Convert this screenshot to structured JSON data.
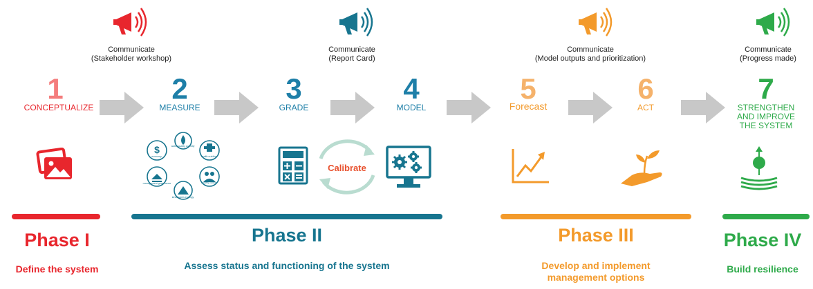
{
  "colors": {
    "red": "#e8262d",
    "red_light": "#f47c7c",
    "blue": "#1e7fa8",
    "blue_dark": "#17758f",
    "orange": "#f39a2b",
    "orange_light": "#f5b26b",
    "green": "#2eaa4a",
    "arrow_gray": "#c8c8c8"
  },
  "communicate": [
    {
      "title": "Communicate",
      "subtitle": "(Stakeholder workshop)",
      "icon": "megaphone-icon",
      "color": "#e8262d"
    },
    {
      "title": "Communicate",
      "subtitle": "(Report Card)",
      "icon": "megaphone-icon",
      "color": "#17758f"
    },
    {
      "title": "Communicate",
      "subtitle": "(Model outputs and prioritization)",
      "icon": "megaphone-icon",
      "color": "#f39a2b"
    },
    {
      "title": "Communicate",
      "subtitle": "(Progress made)",
      "icon": "megaphone-icon",
      "color": "#2eaa4a"
    }
  ],
  "steps": [
    {
      "number": "1",
      "label": "CONCEPTUALIZE"
    },
    {
      "number": "2",
      "label": "MEASURE"
    },
    {
      "number": "3",
      "label": "GRADE"
    },
    {
      "number": "4",
      "label": "MODEL"
    },
    {
      "number": "5",
      "label": "Forecast"
    },
    {
      "number": "6",
      "label": "ACT"
    },
    {
      "number": "7",
      "label_lines": [
        "STRENGTHEN",
        "AND IMPROVE",
        "THE SYSTEM"
      ]
    }
  ],
  "measure_items": [
    "economy",
    "water quality quantity",
    "health nutrition",
    "society culture",
    "landscapes ecology",
    "management governance"
  ],
  "calibrate_label": "Calibrate",
  "phases": [
    {
      "name": "Phase I",
      "description": "Define the system"
    },
    {
      "name": "Phase II",
      "description": "Assess status and functioning of the system"
    },
    {
      "name": "Phase III",
      "description_lines": [
        "Develop and implement",
        "management options"
      ]
    },
    {
      "name": "Phase IV",
      "description": "Build resilience"
    }
  ]
}
